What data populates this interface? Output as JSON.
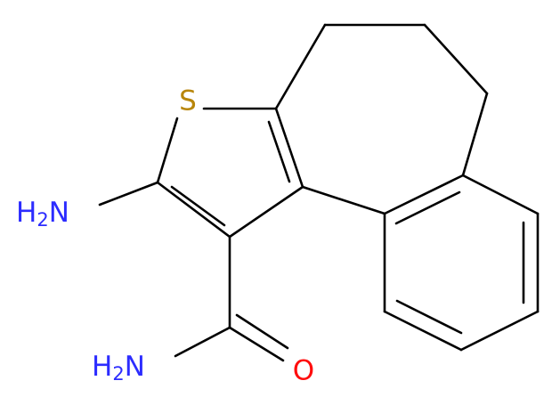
{
  "molecule": {
    "atoms": {
      "sulfur": {
        "symbol": "S",
        "color": "#b8860b"
      },
      "amine_nitrogen": {
        "symbol": "N",
        "prefix": "H",
        "subscript": "2",
        "color": "#2c2cff"
      },
      "amide_nitrogen": {
        "symbol": "N",
        "prefix": "H",
        "subscript": "2",
        "color": "#2c2cff"
      },
      "carbonyl_oxygen": {
        "symbol": "O",
        "color": "#ff0d0d"
      }
    },
    "bond_color": "#000000"
  }
}
